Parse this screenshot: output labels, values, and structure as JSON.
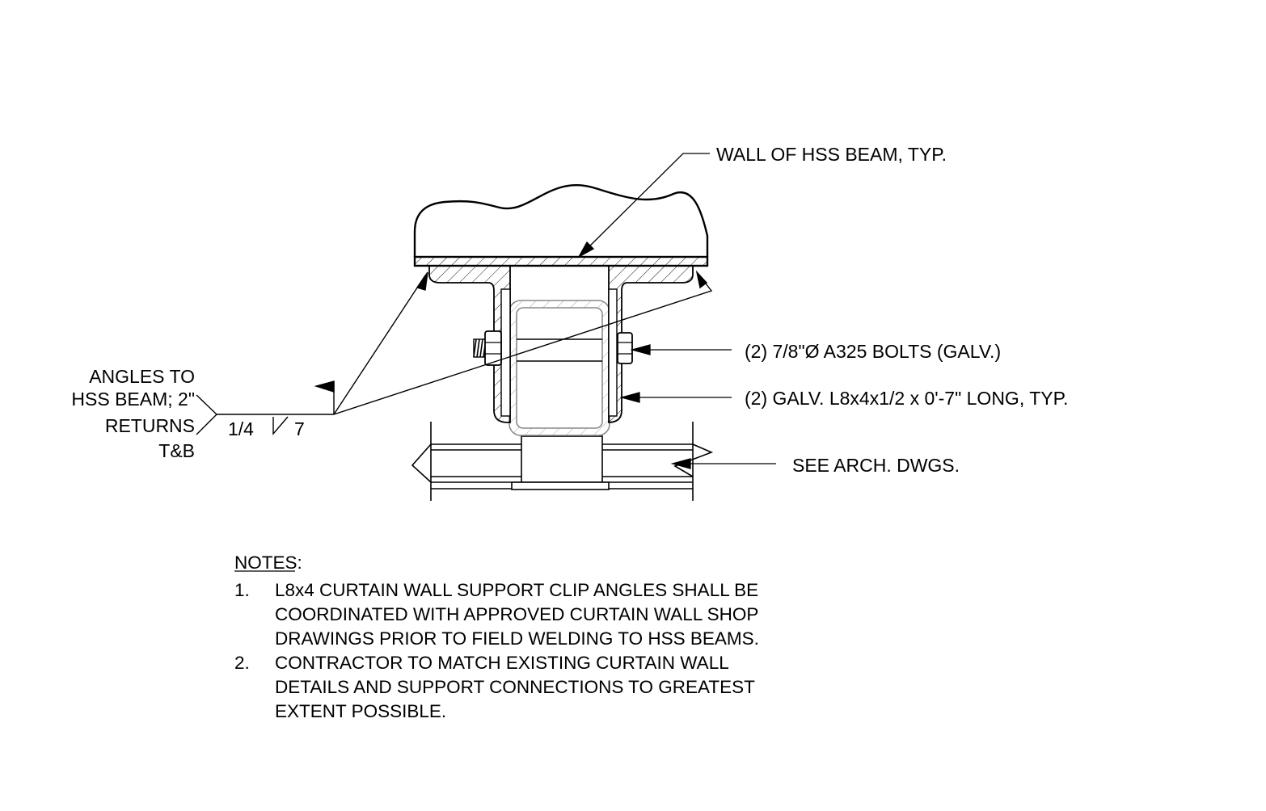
{
  "callouts": {
    "hss_wall": "WALL OF HSS BEAM, TYP.",
    "bolts": "(2) 7/8\"Ø A325 BOLTS (GALV.)",
    "angles": "(2) GALV. L8x4x1/2 x 0'-7\" LONG, TYP.",
    "arch": "SEE ARCH. DWGS."
  },
  "weld": {
    "note_lines": [
      "ANGLES TO",
      "HSS BEAM; 2\"",
      "RETURNS",
      "T&B"
    ],
    "size": "1/4",
    "length": "7"
  },
  "notes": {
    "heading": "NOTES:",
    "items": [
      {
        "num": "1.",
        "lines": [
          "L8x4 CURTAIN WALL SUPPORT CLIP ANGLES SHALL BE",
          "COORDINATED WITH APPROVED CURTAIN WALL SHOP",
          "DRAWINGS PRIOR TO FIELD WELDING TO HSS BEAMS."
        ]
      },
      {
        "num": "2.",
        "lines": [
          "CONTRACTOR TO MATCH EXISTING CURTAIN WALL",
          "DETAILS AND SUPPORT CONNECTIONS TO GREATEST",
          "EXTENT POSSIBLE."
        ]
      }
    ]
  }
}
